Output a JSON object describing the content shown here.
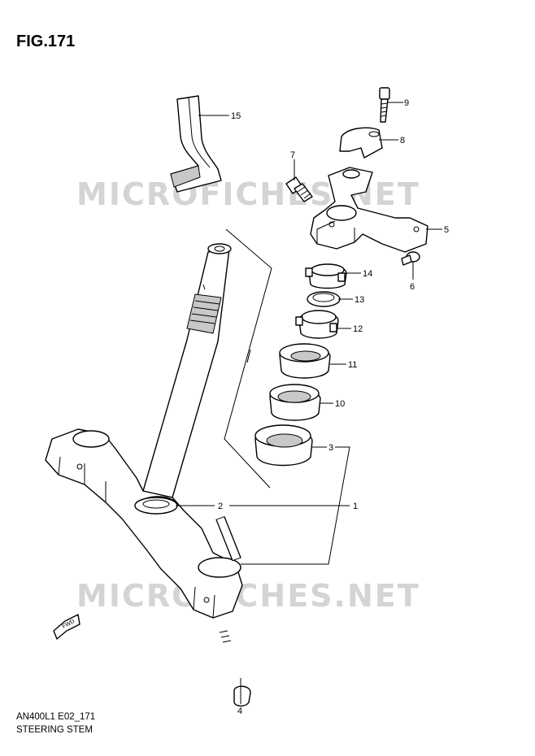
{
  "header": {
    "figure": "FIG.171"
  },
  "footer": {
    "code": "AN400L1 E02_171",
    "name": "STEERING STEM"
  },
  "watermark": "MICROFICHES.NET",
  "fwd_label": "FWD",
  "callouts": [
    "1",
    "2",
    "3",
    "4",
    "5",
    "6",
    "7",
    "8",
    "9",
    "10",
    "11",
    "12",
    "13",
    "14",
    "15"
  ],
  "colors": {
    "line": "#000000",
    "watermark": "#d4d4d4",
    "background": "#ffffff"
  }
}
